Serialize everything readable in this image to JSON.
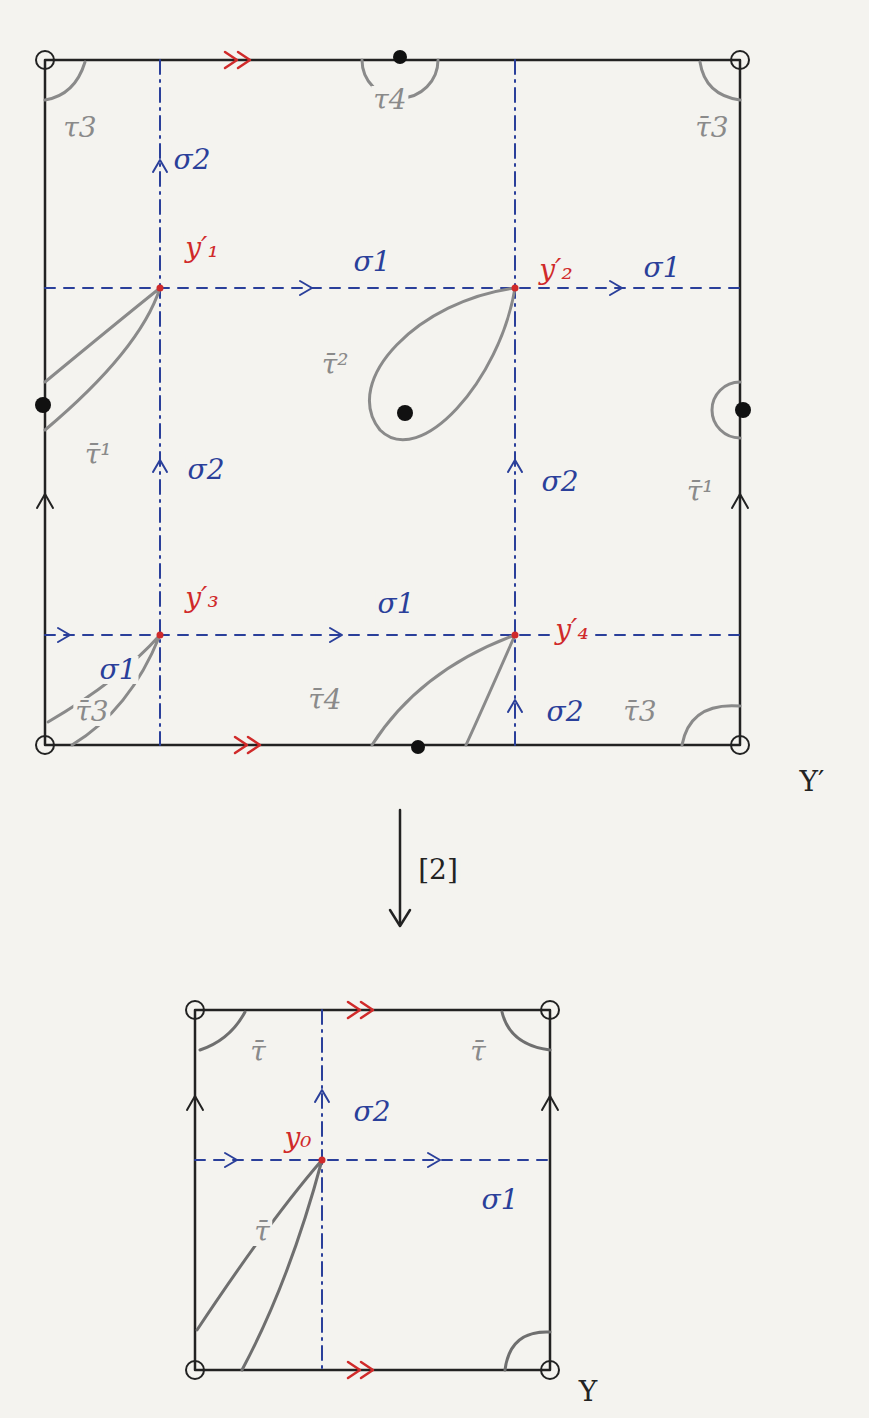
{
  "diagram": {
    "labels": [
      "τ3",
      "τ4",
      "τ̄3",
      "σ2",
      "y′₁",
      "σ1",
      "y′₂",
      "σ1",
      "τ̄²",
      "τ̄¹",
      "σ2",
      "σ2",
      "τ̄¹",
      "y′₃",
      "σ1",
      "y′₄",
      "σ1",
      "τ̄3",
      "τ̄4",
      "σ2",
      "τ̄3",
      "Y′",
      "[2]",
      "τ̄",
      "τ̄",
      "σ2",
      "y₀",
      "σ1",
      "τ̄",
      "Y"
    ]
  }
}
